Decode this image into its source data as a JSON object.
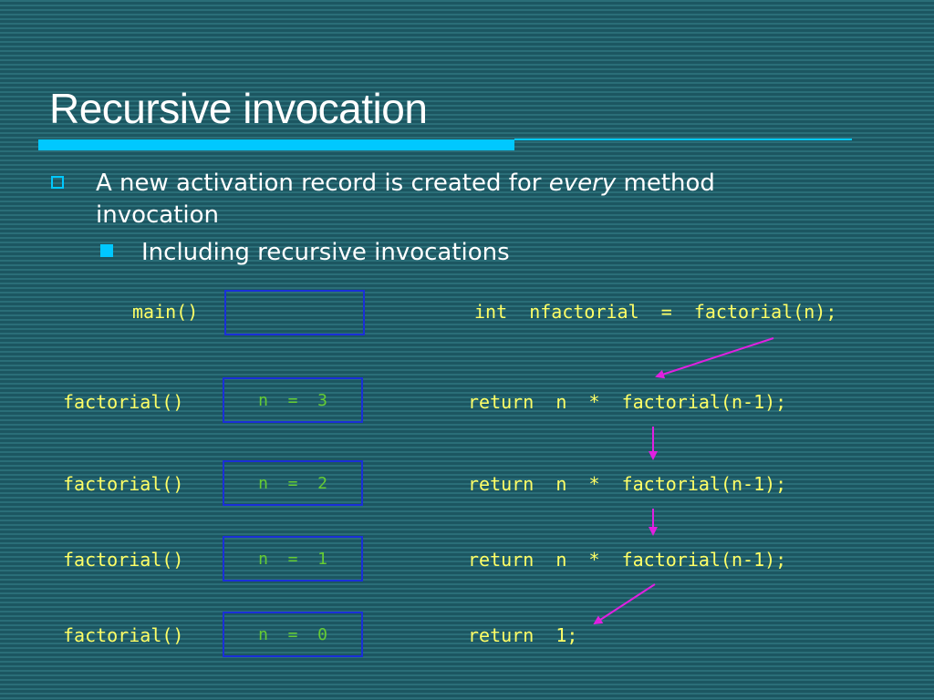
{
  "slide": {
    "title": "Recursive invocation",
    "bullet1": {
      "text_before": "A new activation record is created for ",
      "emphasis": "every",
      "text_after": " method invocation"
    },
    "bullet2": "Including recursive invocations"
  },
  "frames": [
    {
      "label": "main()",
      "value": "",
      "code": "int  nfactorial  =  factorial(n);"
    },
    {
      "label": "factorial()",
      "value": "n  =  3",
      "code": "return  n  *  factorial(n-1);"
    },
    {
      "label": "factorial()",
      "value": "n  =  2",
      "code": "return  n  *  factorial(n-1);"
    },
    {
      "label": "factorial()",
      "value": "n  =  1",
      "code": "return  n  *  factorial(n-1);"
    },
    {
      "label": "factorial()",
      "value": "n  =  0",
      "code": "return  1;"
    }
  ],
  "colors": {
    "background": "#1f5f6a",
    "accent": "#00c8ff",
    "code_text": "#ffff66",
    "frame_value": "#66cc33",
    "frame_border": "#1a2fd8",
    "arrow": "#e020e0"
  }
}
